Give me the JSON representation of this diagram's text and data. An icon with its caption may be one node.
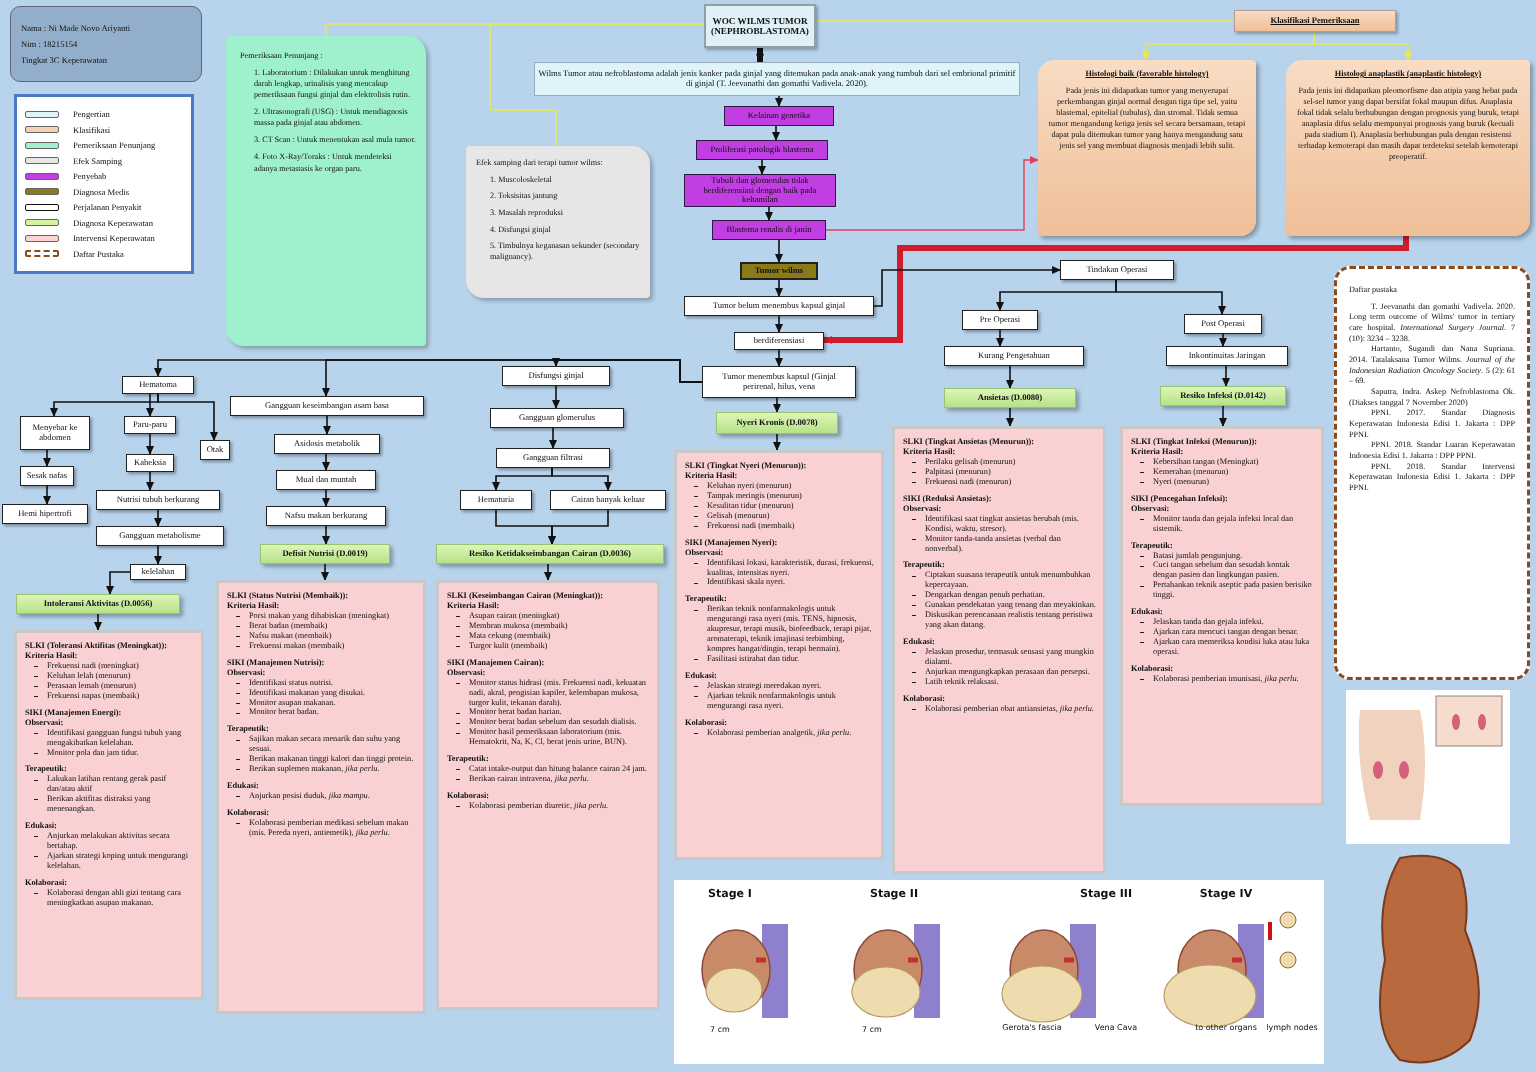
{
  "diagram": {
    "nodes": [
      {
        "text": [
          "Nama : Ni Made Novo Ariyanti",
          "Nim : 18215154",
          "Tingkat 3C Keperawatan"
        ]
      },
      {
        "text": [
          "Pemeriksaan Penunjang :",
          "1. Laboratorium : Dilakukan untuk menghitung darah lengkap, urinalisis yang mencakup pemeriksaan fungsi ginjal dan elektrolisis rutin.",
          "2. Ultrasonografi (USG) : Untuk mendiagnosis massa pada ginjal atau abdomen.",
          "3. CT Scan : Untuk menentukan asal mula tumor.",
          "4. Foto X-Ray/Toraks : Untuk mendeteksi adanya metastasis ke organ paru."
        ]
      },
      {
        "text": [
          "WOC WILMS TUMOR (NEPHROBLASTOMA)"
        ]
      },
      {
        "text": [
          "Klasifikasi Pemeriksaan"
        ]
      },
      {
        "text": [
          "Wilms Tumor atau nefroblastoma adalah jenis kanker pada ginjal yang ditemukan pada anak-anak yang tumbuh dari sel embrional primitif di ginjal (T. Jeevanathi dan gomathi Vadivela. 2020)."
        ]
      },
      {
        "text": [
          "Histologi baik (favorable histology)",
          "Pada jenis ini didapatkan tumor yang menyerupai perkembangan ginjal normal dengan tiga tipe sel, yaitu blastemal, epitelial (tubulus), dan stromal. Tidak semua tumor mengandung ketiga jenis sel secara bersamaan, tetapi dapat pula ditemukan tumor yang hanya mengandung satu jenis sel yang membuat diagnosis menjadi lebih sulit."
        ]
      },
      {
        "text": [
          "Histologi anaplastik (anaplastic histology)",
          "Pada jenis ini didapatkan pleomorfisme dan atipia yang hebat pada sel-sel tumor yang dapat bersifat fokal maupun difus. Anaplasia fokal tidak selalu berhubungan dengan prognosis yang buruk, tetapi anaplasia difus selalu mempunyai prognosis yang buruk (kecuali pada stadium I). Anaplasia berhubungan pula dengan resistensi terhadap kemoterapi dan masih dapat terdeteksi setelah kemoterapi preoperatif."
        ]
      },
      {
        "text": [
          "Kelainan genetika"
        ]
      },
      {
        "text": [
          "Efek samping dari terapi tumor wilms:",
          "1. Muscoloskeletal",
          "2. Toksisitas jantung",
          "3. Masalah reproduksi",
          "4. Disfungsi ginjal",
          "5. Timbulnya keganasan sekunder (secondary malignancy)."
        ]
      },
      {
        "text": [
          "Proliferasi patologik blastema"
        ]
      },
      {
        "text": [
          "Tubuli dan glomerulus tidak berdiferensiasi dengan baik pada kehamilan"
        ]
      },
      {
        "text": [
          "Blastema renalis di janin"
        ]
      },
      {
        "text": [
          "Tumor wilms"
        ]
      },
      {
        "text": [
          "Tindakan Operasi"
        ]
      },
      {
        "text": [
          "Daftar pustaka",
          "T. Jeevanathi dan gomathi Vadivela. 2020. Long term outcome of Wilms' tumor in tertiary care hospital. *International Surgery Journal*. 7 (10): 3234 – 3238.",
          "Hartanto, Sugandi dan Nana Supriana. 2014. Tatalaksana Tumor Wilms. *Journal of the Indonesian Radiation Oncology Society*. 5 (2): 61 – 69.",
          "Saputra, Indra. Askep Nefroblastoma Ok. (Diakses tanggal 7 November 2020)",
          "PPNI. 2017. Standar Diagnosis Keperawatan Indonesia Edisi 1. Jakarta : DPP PPNI.",
          "PPNI. 2018. Standar Luaran Keperawatan Indonesia Edisi 1. Jakarta : DPP PPNI.",
          "PPNI. 2018. Standar Intervensi Keperawatan Indonesia Edisi 1. Jakarta : DPP PPNI."
        ]
      },
      {
        "text": [
          "Tumor belum menembus kapsul ginjal"
        ]
      },
      {
        "text": [
          "Pre Operasi"
        ]
      },
      {
        "text": [
          "Post Operasi"
        ]
      },
      {
        "text": [
          "berdiferensiasi"
        ]
      },
      {
        "text": [
          "Kurang Pengetahuan"
        ]
      },
      {
        "text": [
          "Inkontinuitas Jaringan"
        ]
      },
      {
        "text": [
          "Disfungsi ginjal"
        ]
      },
      {
        "text": [
          "Tumor menembus kapsul (Ginjal perirenal, hilus, vena"
        ]
      },
      {
        "text": [
          "Hematoma"
        ]
      },
      {
        "text": [
          "Ansietas (D.0080)"
        ]
      },
      {
        "text": [
          "Resiko Infeksi (D.0142)"
        ]
      },
      {
        "text": [
          "Gangguan keseimbangan asam basa"
        ]
      },
      {
        "text": [
          "Gangguan glomerulus"
        ]
      },
      {
        "text": [
          "Nyeri Kronis (D.0078)"
        ]
      },
      {
        "text": [
          "Menyebar ke abdomen"
        ]
      },
      {
        "text": [
          "Paru-paru"
        ]
      },
      {
        "text": [
          "Asidosis metabolik"
        ]
      },
      {
        "text": [
          "Gangguan filtrasi"
        ]
      },
      {
        "text": [
          "SLKI (Tingkat Nyeri (Menurun)):",
          "Kriteria Hasil:",
          "Keluhan nyeri (menurun)",
          "Tampak meringis (menurun)",
          "Kesulitan tidur (menurun)",
          "Gelisah (menurun)",
          "Frekuensi nadi (membaik)",
          "SIKI (Manajemen Nyeri):",
          "Observasi:",
          "Identifikasi lokasi, karakteristik, durasi, frekuensi, kualitas, intensitas nyeri.",
          "Identifikasi skala nyeri.",
          "Terapeutik:",
          "Berikan teknik nonfarmakologis untuk mengurangi rasa nyeri (mis. TENS, hipnosis, akupresur, terapi musik, biofeedback, terapi pijat, aromaterapi, teknik imajinasi terbimbing, kompres hangat/dingin, terapi bermain).",
          "Fasilitasi istirahat dan tidur.",
          "Edukasi:",
          "Jelaskan strategi meredakan nyeri.",
          "Ajarkan teknik nonfarmakologis untuk mengurangi rasa nyeri.",
          "Kolaborasi:",
          "Kolaborasi pemberian analgetik, *jika perlu*."
        ]
      },
      {
        "text": [
          "SLKI (Tingkat Ansietas (Menurun)):",
          "Kriteria Hasil:",
          "Perilaku gelisah (menurun)",
          "Palpitasi (menurun)",
          "Frekuensi nadi (menurun)",
          "SIKI (Reduksi Ansietas):",
          "Observasi:",
          "Identifikasi saat tingkat ansietas berubah (mis. Kondisi, waktu, stresor).",
          "Monitor tanda-tanda ansietas (verbal dan nonverbal).",
          "Terapeutik:",
          "Ciptakan suasana terapeutik untuk menumbuhkan kepercayaan.",
          "Dengarkan dengan penuh perhatian.",
          "Gunakan pendekatan yang tenang dan meyakinkan.",
          "Diskusikan perencanaan realistis tentang peristiwa yang akan datang.",
          "Edukasi:",
          "Jelaskan prosedur, termasuk sensasi yang mungkin dialami.",
          "Anjurkan mengungkapkan perasaan dan persepsi.",
          "Latih teknik relaksasi.",
          "Kolaborasi:",
          "Kolaborasi pemberian obat antiansietas, *jika perlu*."
        ]
      },
      {
        "text": [
          "SLKI (Tingkat Infeksi (Menurun)):",
          "Kriteria Hasil:",
          "Kebersihan tangan (Meningkat)",
          "Kemerahan (menurun)",
          "Nyeri (menurun)",
          "SIKI (Pencegahan Infeksi):",
          "Observasi:",
          "Monitor tanda dan gejala infeksi local dan sistemik.",
          "Terapeutik:",
          "Batasi jumlah pengunjung.",
          "Cuci tangan sebelum dan sesudah kontak dengan pasien dan lingkungan pasien.",
          "Pertahankan teknik aseptic pada pasien berisiko tinggi.",
          "Edukasi:",
          "Jelaskan tanda dan gejala infeksi.",
          "Ajarkan cara mencuci tangan dengan benar.",
          "Ajarkan cara memeriksa kondisi luka atau luka operasi.",
          "Kolaborasi:",
          "Kolaborasi pemberian imunisasi, *jika perlu*."
        ]
      },
      {
        "text": [
          "Otak"
        ]
      },
      {
        "text": [
          "Kaheksia"
        ]
      },
      {
        "text": [
          "Sesak nafas"
        ]
      },
      {
        "text": [
          "Mual dan muntah"
        ]
      },
      {
        "text": [
          "Hematuria"
        ]
      },
      {
        "text": [
          "Cairan banyak keluar"
        ]
      },
      {
        "text": [
          "Nutrisi tubuh berkurang"
        ]
      },
      {
        "text": [
          "Hemi hipertrofi"
        ]
      },
      {
        "text": [
          "Nafsu makan berkurang"
        ]
      },
      {
        "text": [
          "Gangguan metabolisme"
        ]
      },
      {
        "text": [
          "Defisit Nutrisi (D.0019)"
        ]
      },
      {
        "text": [
          "Resiko Ketidakseimbangan Cairan (D.0036)"
        ]
      },
      {
        "text": [
          "kelelahan"
        ]
      },
      {
        "text": [
          "Intoleransi Aktivitas (D.0056)"
        ]
      },
      {
        "text": [
          "SLKI (Status Nutrisi (Membaik)):",
          "Kriteria Hasil:",
          "Porsi makan yang dihabiskan (meningkat)",
          "Berat badan (membaik)",
          "Nafsu makan (membaik)",
          "Frekuensi makan (membaik)",
          "SIKI (Manajemen Nutrisi):",
          "Observasi:",
          "Identifikasi status nutrisi.",
          "Identifikasi makanan yang disukai.",
          "Monitor asupan makanan.",
          "Monitor berat badan.",
          "Terapeutik:",
          "Sajikan makan secara menarik dan suhu yang sesuai.",
          "Berikan makanan tinggi kalori dan tinggi protein.",
          "Berikan suplemen makanan, *jika perlu*.",
          "Edukasi:",
          "Anjurkan posisi duduk, *jika mampu*.",
          "Kolaborasi:",
          "Kolaborasi pemberian medikasi sebelum makan (mis. Pereda nyeri, antiemetik), *jika perlu*."
        ]
      },
      {
        "text": [
          "SLKI (Keseimbangan Cairan (Meningkat)):",
          "Kriteria Hasil:",
          "Asupan cairan (meningkat)",
          "Membran mukosa (membaik)",
          "Mata cekung (membaik)",
          "Turgor kulit (membaik)",
          "SIKI (Manajemen Cairan):",
          "Observasi:",
          "Monitor status hidrasi (mis. Frekuensi nadi, kekuatan nadi, akral, pengisian kapiler, kelembapan mukosa, turgor kulit, tekanan darah).",
          "Monitor berat badan harian.",
          "Monitor berat badan sebelum dan sesudah dialisis.",
          "Monitor hasil pemeriksaan laboratorium (mis. Hematokrit, Na, K, Cl, berat jenis urine, BUN).",
          "Terapeutik:",
          "Catat intake-output dan hitung balance cairan 24 jam.",
          "Berikan cairan intravena, *jika perlu*.",
          "Kolaborasi:",
          "Kolaborasi pemberian diuretic, *jika perlu*."
        ]
      },
      {
        "text": [
          "SLKI (Toleransi Aktifitas (Meningkat)):",
          "Kriteria Hasil:",
          "Frekuensi nadi (meningkat)",
          "Keluhan lelah (menurun)",
          "Perasaan lemah (menurun)",
          "Frekuensi napas (membaik)",
          "SIKI (Manajemen Energi):",
          "Observasi:",
          "Identifikasi gangguan fungsi tubuh yang mengakibatkan kelelahan.",
          "Monitor pola dan jam tidur.",
          "Terapeutik:",
          "Lakukan latihan rentang gerak pasif dan/atau aktif",
          "Berikan aktifitas distraksi yang menenangkan.",
          "Edukasi:",
          "Anjurkan melakukan aktivitas secara bertahap.",
          "Ajarkan strategi koping untuk mengurangi kelelahan.",
          "Kolaborasi:",
          "Kolaborasi dengan ahli gizi tentang cara meningkatkan asupan makanan."
        ]
      }
    ],
    "edges": [
      {
        "from": 2,
        "to": 4,
        "arrow": "to",
        "style": "thick"
      },
      {
        "from": 4,
        "to": 7,
        "arrow": "to"
      },
      {
        "from": 7,
        "to": 9,
        "arrow": "to"
      },
      {
        "from": 9,
        "to": 10,
        "arrow": "to"
      },
      {
        "from": 10,
        "to": 11,
        "arrow": "to"
      },
      {
        "from": 11,
        "to": 12,
        "arrow": "to"
      },
      {
        "from": 12,
        "to": 15,
        "arrow": "to"
      },
      {
        "from": 15,
        "to": 18,
        "arrow": "to"
      },
      {
        "from": 18,
        "to": 22,
        "arrow": "to"
      },
      {
        "from": 22,
        "to": 28,
        "arrow": "to"
      },
      {
        "from": 28,
        "to": 33,
        "arrow": "to"
      },
      {
        "from": 11,
        "to": 5,
        "arrow": "to",
        "color": "#e0405a"
      },
      {
        "from": 6,
        "to": 18,
        "arrow": "to",
        "style": "thick",
        "color": "#d01c2c"
      },
      {
        "from": 15,
        "to": 13,
        "arrow": "to"
      },
      {
        "from": 13,
        "to": 16,
        "arrow": "to"
      },
      {
        "from": 13,
        "to": 17,
        "arrow": "to"
      },
      {
        "from": 16,
        "to": 19,
        "arrow": "to"
      },
      {
        "from": 19,
        "to": 24,
        "arrow": "to"
      },
      {
        "from": 24,
        "to": 34,
        "arrow": "to"
      },
      {
        "from": 17,
        "to": 20,
        "arrow": "to"
      },
      {
        "from": 20,
        "to": 25,
        "arrow": "to"
      },
      {
        "from": 25,
        "to": 35,
        "arrow": "to"
      },
      {
        "from": 22,
        "to": 23,
        "arrow": "to"
      },
      {
        "from": 22,
        "to": 26,
        "arrow": "to"
      },
      {
        "from": 22,
        "to": 21,
        "arrow": "to"
      },
      {
        "from": 23,
        "to": 29,
        "arrow": "to"
      },
      {
        "from": 23,
        "to": 30,
        "arrow": "to"
      },
      {
        "from": 23,
        "to": 36,
        "arrow": "to"
      },
      {
        "from": 29,
        "to": 38,
        "arrow": "to"
      },
      {
        "from": 38,
        "to": 43,
        "arrow": "to"
      },
      {
        "from": 30,
        "to": 37,
        "arrow": "to"
      },
      {
        "from": 37,
        "to": 42,
        "arrow": "to"
      },
      {
        "from": 42,
        "to": 45,
        "arrow": "to"
      },
      {
        "from": 45,
        "to": 48,
        "arrow": "to"
      },
      {
        "from": 48,
        "to": 49,
        "arrow": "to"
      },
      {
        "from": 49,
        "to": 52,
        "arrow": "to"
      },
      {
        "from": 26,
        "to": 31,
        "arrow": "to"
      },
      {
        "from": 31,
        "to": 39,
        "arrow": "to"
      },
      {
        "from": 39,
        "to": 44,
        "arrow": "to"
      },
      {
        "from": 44,
        "to": 46,
        "arrow": "to"
      },
      {
        "from": 46,
        "to": 50,
        "arrow": "to"
      },
      {
        "from": 21,
        "to": 27,
        "arrow": "to"
      },
      {
        "from": 27,
        "to": 32,
        "arrow": "to"
      },
      {
        "from": 32,
        "to": 40,
        "arrow": "to"
      },
      {
        "from": 32,
        "to": 41,
        "arrow": "to"
      },
      {
        "from": 40,
        "to": 47,
        "arrow": "to"
      },
      {
        "from": 41,
        "to": 47,
        "arrow": "to"
      },
      {
        "from": 47,
        "to": 51,
        "arrow": "to"
      },
      {
        "from": 2,
        "to": 1,
        "arrow": "none",
        "color": "#e8e84a"
      },
      {
        "from": 2,
        "to": 8,
        "arrow": "none",
        "color": "#e8e84a"
      },
      {
        "from": 2,
        "to": 3,
        "arrow": "none",
        "color": "#e8e84a"
      },
      {
        "from": 3,
        "to": 5,
        "arrow": "to",
        "color": "#e8e84a"
      },
      {
        "from": 3,
        "to": 6,
        "arrow": "to",
        "color": "#e8e84a"
      }
    ],
    "labels": [
      "Stage I",
      "Stage II",
      "Stage III",
      "Stage IV",
      "7 cm",
      "7 cm",
      "Gerota's fascia",
      "Vena Cava",
      "to other organs",
      "lymph nodes"
    ],
    "legend": [
      {
        "text": "Pengertian",
        "color": "#dff3fb"
      },
      {
        "text": "Klasifikasi",
        "color": "#f6d2b4"
      },
      {
        "text": "Pemeriksaan Penunjang",
        "color": "#9ff0cc"
      },
      {
        "text": "Efek Samping",
        "color": "#e6e6e6"
      },
      {
        "text": "Penyebab",
        "color": "#c23ee0"
      },
      {
        "text": "Diagnosa Medis",
        "color": "#8a7a1a"
      },
      {
        "text": "Perjalanan Penyakit"
      },
      {
        "text": "Diagnosa Keperawatan",
        "color": "#d3f2a2"
      },
      {
        "text": "Intervensi Keperawatan",
        "color": "#fbd3d3"
      },
      {
        "text": "Daftar Pustaka"
      }
    ]
  }
}
